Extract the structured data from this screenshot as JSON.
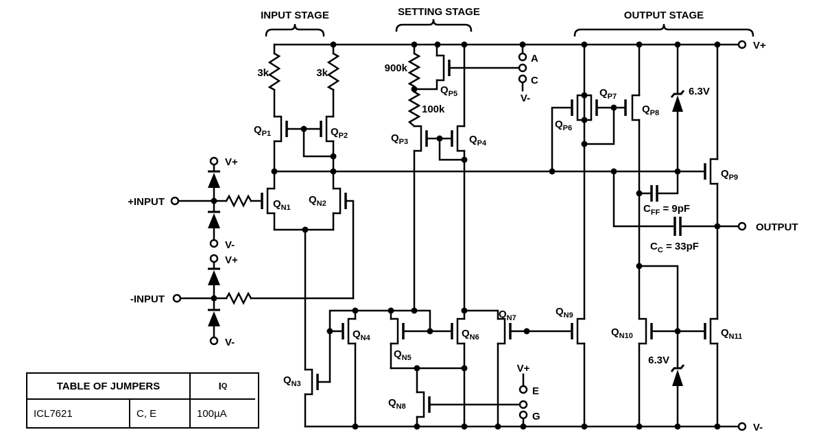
{
  "stages": {
    "input": "INPUT STAGE",
    "setting": "SETTING STAGE",
    "output": "OUTPUT STAGE"
  },
  "labels": {
    "vplus": "V+",
    "vminus": "V-",
    "output": "OUTPUT",
    "plus_input": "+INPUT",
    "minus_input": "-INPUT"
  },
  "resistors": {
    "r3k_left": "3k",
    "r3k_right": "3k",
    "r900k": "900k",
    "r100k": "100k"
  },
  "capacitors": {
    "cff": {
      "name": "C",
      "sub": "FF",
      "value": " = 9pF"
    },
    "cc": {
      "name": "C",
      "sub": "C",
      "value": " = 33pF"
    }
  },
  "zeners": {
    "top": "6.3V",
    "bottom": "6.3V"
  },
  "jumpers": {
    "a": "A",
    "c": "C",
    "e": "E",
    "g": "G"
  },
  "transistors": {
    "qp1": {
      "q": "Q",
      "sub": "P1"
    },
    "qp2": {
      "q": "Q",
      "sub": "P2"
    },
    "qp3": {
      "q": "Q",
      "sub": "P3"
    },
    "qp4": {
      "q": "Q",
      "sub": "P4"
    },
    "qp5": {
      "q": "Q",
      "sub": "P5"
    },
    "qp6": {
      "q": "Q",
      "sub": "P6"
    },
    "qp7": {
      "q": "Q",
      "sub": "P7"
    },
    "qp8": {
      "q": "Q",
      "sub": "P8"
    },
    "qp9": {
      "q": "Q",
      "sub": "P9"
    },
    "qn1": {
      "q": "Q",
      "sub": "N1"
    },
    "qn2": {
      "q": "Q",
      "sub": "N2"
    },
    "qn3": {
      "q": "Q",
      "sub": "N3"
    },
    "qn4": {
      "q": "Q",
      "sub": "N4"
    },
    "qn5": {
      "q": "Q",
      "sub": "N5"
    },
    "qn6": {
      "q": "Q",
      "sub": "N6"
    },
    "qn7": {
      "q": "Q",
      "sub": "N7"
    },
    "qn8": {
      "q": "Q",
      "sub": "N8"
    },
    "qn9": {
      "q": "Q",
      "sub": "N9"
    },
    "qn10": {
      "q": "Q",
      "sub": "N10"
    },
    "qn11": {
      "q": "Q",
      "sub": "N11"
    }
  },
  "table": {
    "title": "TABLE OF JUMPERS",
    "iq": {
      "name": "I",
      "sub": "Q"
    },
    "row": {
      "part": "ICL7621",
      "jumpers": "C, E",
      "current": "100µA"
    }
  },
  "colors": {
    "line": "#000000",
    "background": "#ffffff"
  }
}
